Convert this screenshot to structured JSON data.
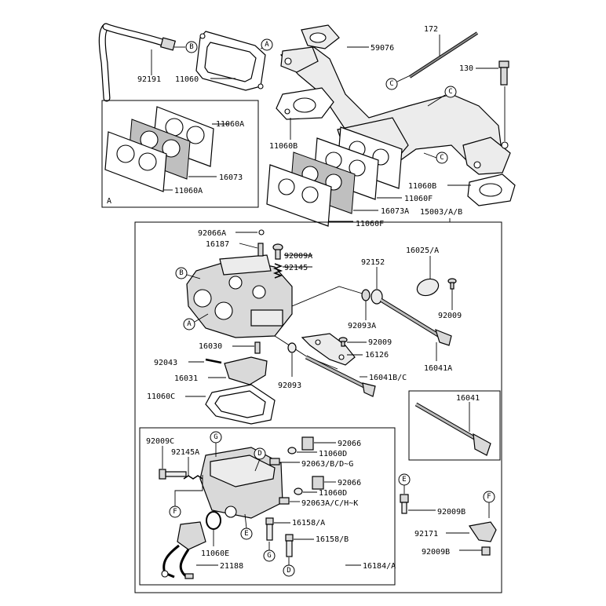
{
  "part_numbers": {
    "p92191": "92191",
    "p11060": "11060",
    "p59076": "59076",
    "p172": "172",
    "p130": "130",
    "p11060A_1": "11060A",
    "p16073": "16073",
    "p11060A_2": "11060A",
    "p11060B_1": "11060B",
    "p11060B_2": "11060B",
    "p11060F_1": "11060F",
    "p16073A": "16073A",
    "p11060F_2": "11060F",
    "p15003": "15003/A/B",
    "p92066A": "92066A",
    "p16187": "16187",
    "p92009A": "92009A",
    "p92145": "92145",
    "p92152": "92152",
    "p16025": "16025/A",
    "p92093A": "92093A",
    "p92009_1": "92009",
    "p92009_2": "92009",
    "p16030": "16030",
    "p16126": "16126",
    "p92043": "92043",
    "p16041A": "16041A",
    "p16031": "16031",
    "p92093": "92093",
    "p16041BC": "16041B/C",
    "p11060C": "11060C",
    "p16041": "16041",
    "p92009C": "92009C",
    "p92145A": "92145A",
    "p92066_1": "92066",
    "p11060D_1": "11060D",
    "p92063BDG": "92063/B/D~G",
    "p92066_2": "92066",
    "p11060D_2": "11060D",
    "p92063ACHK": "92063A/C/H~K",
    "p16158A": "16158/A",
    "p16158B": "16158/B",
    "p92009B_1": "92009B",
    "p92171": "92171",
    "p92009B_2": "92009B",
    "p11060E": "11060E",
    "p21188": "21188",
    "p16184A": "16184/A"
  },
  "callouts": {
    "A": "A",
    "B": "B",
    "C": "C",
    "D": "D",
    "E": "E",
    "F": "F",
    "G": "G"
  },
  "inset_labels": {
    "gasket_set_box": "A"
  }
}
